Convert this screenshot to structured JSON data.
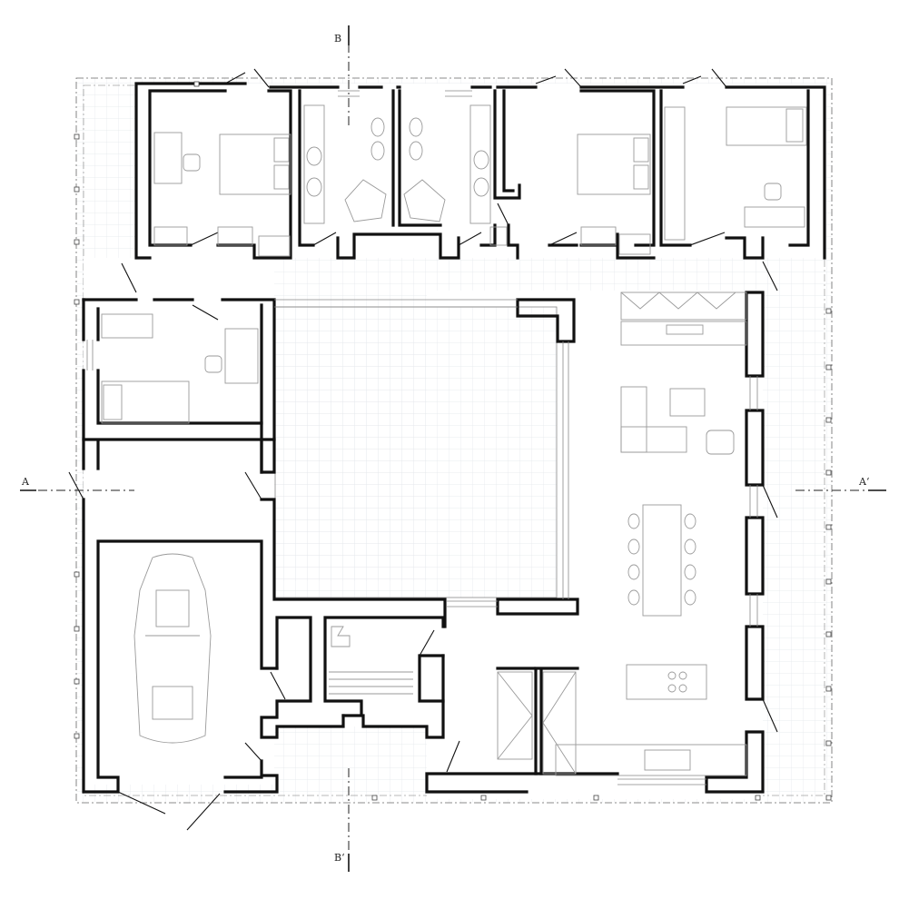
{
  "section_labels": {
    "a_left": "A",
    "a_right": "A‘",
    "b_top": "B",
    "b_bottom": "B‘"
  }
}
